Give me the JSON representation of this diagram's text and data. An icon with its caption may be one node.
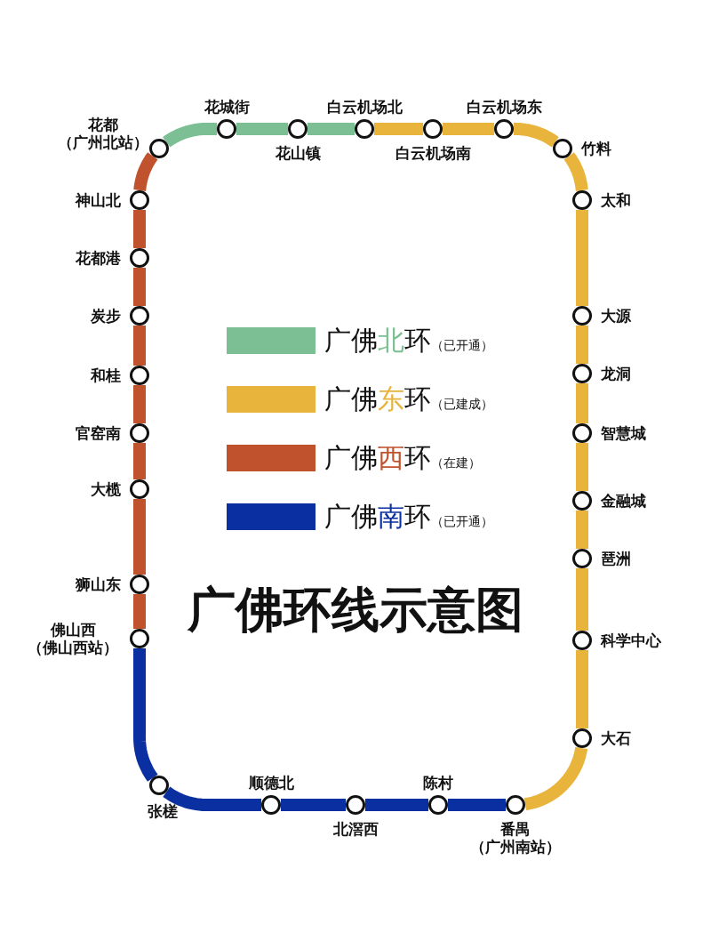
{
  "diagram": {
    "title": "广佛环线示意图",
    "nodes": [
      {
        "text": [
          "花都（广州北站）"
        ]
      },
      {
        "text": [
          "花城街"
        ]
      },
      {
        "text": [
          "花山镇"
        ]
      },
      {
        "text": [
          "白云机场北"
        ]
      },
      {
        "text": [
          "白云机场南"
        ]
      },
      {
        "text": [
          "白云机场东"
        ]
      },
      {
        "text": [
          "竹料"
        ]
      },
      {
        "text": [
          "太和"
        ]
      },
      {
        "text": [
          "大源"
        ]
      },
      {
        "text": [
          "龙洞"
        ]
      },
      {
        "text": [
          "智慧城"
        ]
      },
      {
        "text": [
          "金融城"
        ]
      },
      {
        "text": [
          "琶洲"
        ]
      },
      {
        "text": [
          "科学中心"
        ]
      },
      {
        "text": [
          "大石"
        ]
      },
      {
        "text": [
          "番禺（广州南站）"
        ]
      },
      {
        "text": [
          "陈村"
        ]
      },
      {
        "text": [
          "北滘西"
        ]
      },
      {
        "text": [
          "顺德北"
        ]
      },
      {
        "text": [
          "张槎"
        ]
      },
      {
        "text": [
          "佛山西（佛山西站）"
        ]
      },
      {
        "text": [
          "狮山东"
        ]
      },
      {
        "text": [
          "大榄"
        ]
      },
      {
        "text": [
          "官窑南"
        ]
      },
      {
        "text": [
          "和桂"
        ]
      },
      {
        "text": [
          "炭步"
        ]
      },
      {
        "text": [
          "花都港"
        ]
      },
      {
        "text": [
          "神山北"
        ]
      }
    ],
    "edges": [
      {
        "from": 0,
        "to": 1,
        "arrow": "none",
        "color": "#7dbf95"
      },
      {
        "from": 1,
        "to": 2,
        "arrow": "none",
        "color": "#7dbf95"
      },
      {
        "from": 2,
        "to": 3,
        "arrow": "none",
        "color": "#7dbf95"
      },
      {
        "from": 3,
        "to": 4,
        "arrow": "none",
        "color": "#e8b43c"
      },
      {
        "from": 4,
        "to": 5,
        "arrow": "none",
        "color": "#e8b43c"
      },
      {
        "from": 5,
        "to": 6,
        "arrow": "none",
        "color": "#e8b43c"
      },
      {
        "from": 6,
        "to": 7,
        "arrow": "none",
        "color": "#e8b43c"
      },
      {
        "from": 7,
        "to": 8,
        "arrow": "none",
        "color": "#e8b43c"
      },
      {
        "from": 8,
        "to": 9,
        "arrow": "none",
        "color": "#e8b43c"
      },
      {
        "from": 9,
        "to": 10,
        "arrow": "none",
        "color": "#e8b43c"
      },
      {
        "from": 10,
        "to": 11,
        "arrow": "none",
        "color": "#e8b43c"
      },
      {
        "from": 11,
        "to": 12,
        "arrow": "none",
        "color": "#e8b43c"
      },
      {
        "from": 12,
        "to": 13,
        "arrow": "none",
        "color": "#e8b43c"
      },
      {
        "from": 13,
        "to": 14,
        "arrow": "none",
        "color": "#e8b43c"
      },
      {
        "from": 14,
        "to": 15,
        "arrow": "none",
        "color": "#e8b43c"
      },
      {
        "from": 15,
        "to": 16,
        "arrow": "none",
        "color": "#0a2fa0"
      },
      {
        "from": 16,
        "to": 17,
        "arrow": "none",
        "color": "#0a2fa0"
      },
      {
        "from": 17,
        "to": 18,
        "arrow": "none",
        "color": "#0a2fa0"
      },
      {
        "from": 18,
        "to": 19,
        "arrow": "none",
        "color": "#0a2fa0"
      },
      {
        "from": 19,
        "to": 20,
        "arrow": "none",
        "color": "#0a2fa0"
      },
      {
        "from": 20,
        "to": 21,
        "arrow": "none",
        "color": "#c0532d"
      },
      {
        "from": 21,
        "to": 22,
        "arrow": "none",
        "color": "#c0532d"
      },
      {
        "from": 22,
        "to": 23,
        "arrow": "none",
        "color": "#c0532d"
      },
      {
        "from": 23,
        "to": 24,
        "arrow": "none",
        "color": "#c0532d"
      },
      {
        "from": 24,
        "to": 25,
        "arrow": "none",
        "color": "#c0532d"
      },
      {
        "from": 25,
        "to": 26,
        "arrow": "none",
        "color": "#c0532d"
      },
      {
        "from": 26,
        "to": 27,
        "arrow": "none",
        "color": "#c0532d"
      },
      {
        "from": 27,
        "to": 0,
        "arrow": "none",
        "color": "#c0532d"
      }
    ],
    "legend": [
      {
        "text": "广佛北环（已开通）",
        "color": "#7dbf95"
      },
      {
        "text": "广佛东环（已建成）",
        "color": "#e8b43c"
      },
      {
        "text": "广佛西环（在建）",
        "color": "#c0532d"
      },
      {
        "text": "广佛南环（已开通）",
        "color": "#0a2fa0"
      }
    ]
  }
}
